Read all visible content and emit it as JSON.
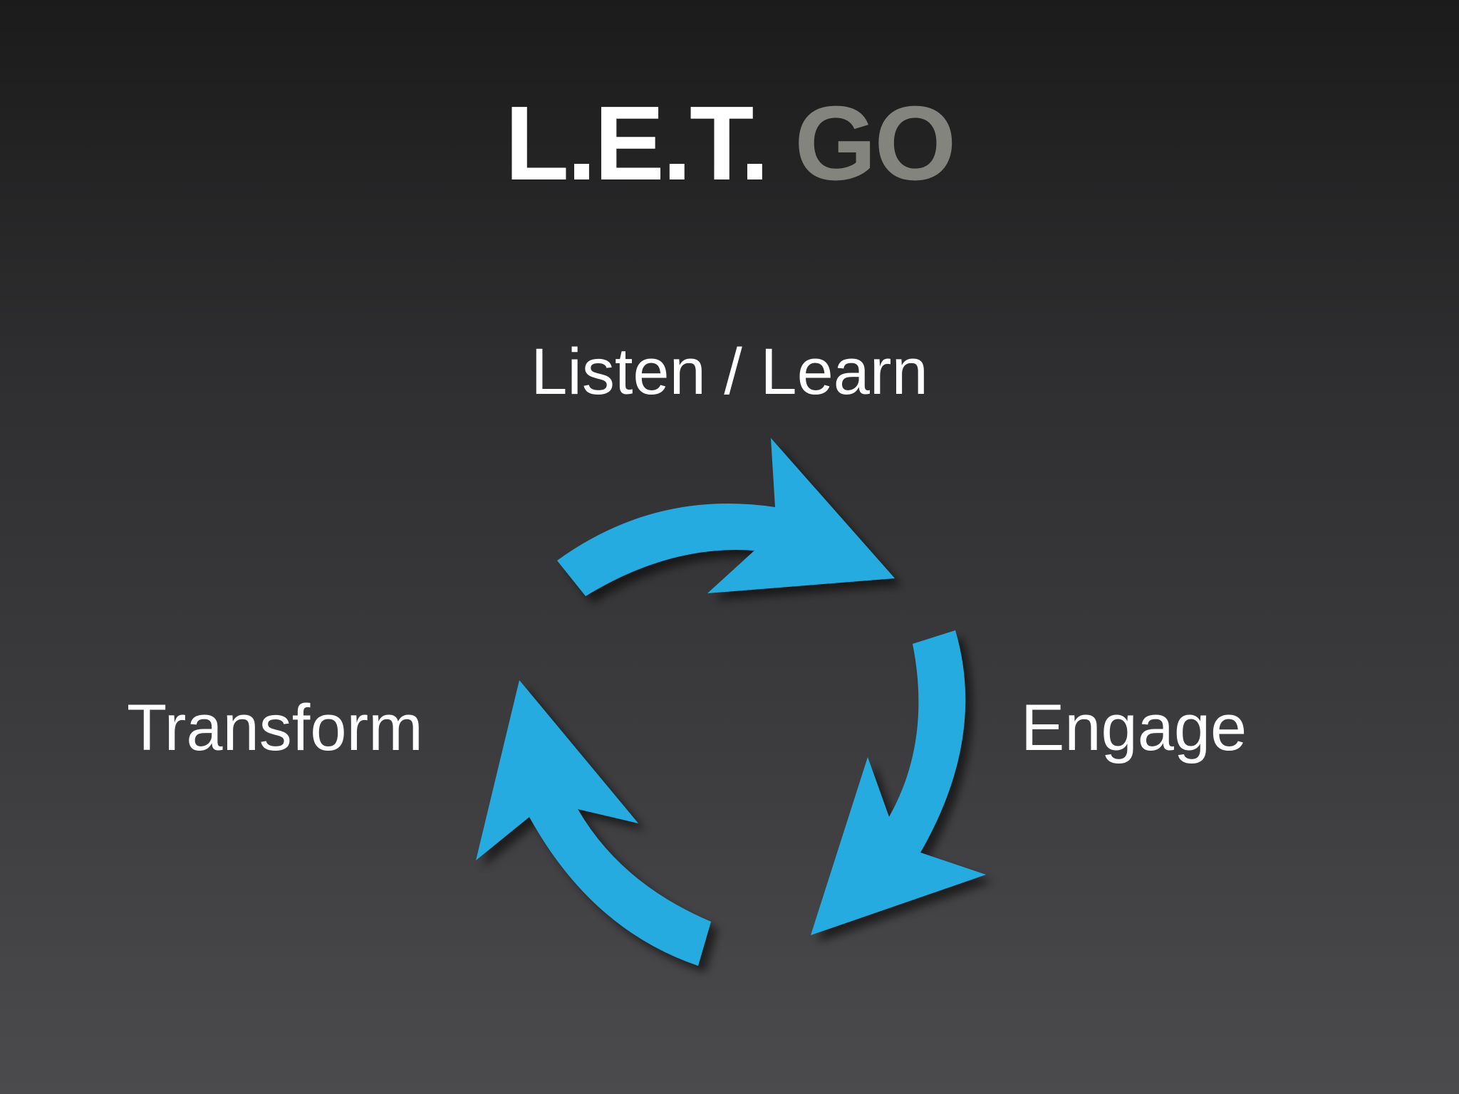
{
  "title": {
    "main": "L.E.T.",
    "accent": "GO"
  },
  "steps": {
    "top": "Listen / Learn",
    "right": "Engage",
    "left": "Transform"
  },
  "colors": {
    "arrow": "#25abe1",
    "title_accent": "#84847f",
    "text": "#ffffff"
  },
  "icons": {
    "arrows": [
      "curved-arrow-icon",
      "curved-arrow-icon",
      "curved-arrow-icon"
    ]
  }
}
